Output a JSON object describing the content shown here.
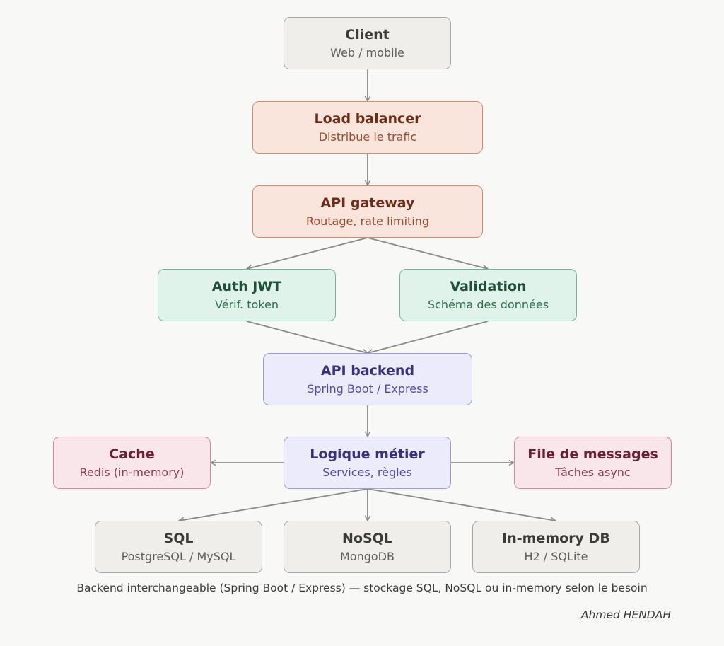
{
  "nodes": {
    "client": {
      "title": "Client",
      "subtitle": "Web / mobile"
    },
    "lb": {
      "title": "Load balancer",
      "subtitle": "Distribue le trafic"
    },
    "gateway": {
      "title": "API gateway",
      "subtitle": "Routage, rate limiting"
    },
    "auth": {
      "title": "Auth JWT",
      "subtitle": "Vérif. token"
    },
    "validation": {
      "title": "Validation",
      "subtitle": "Schéma des données"
    },
    "backend": {
      "title": "API backend",
      "subtitle": "Spring Boot / Express"
    },
    "cache": {
      "title": "Cache",
      "subtitle": "Redis (in-memory)"
    },
    "logic": {
      "title": "Logique métier",
      "subtitle": "Services, règles"
    },
    "queue": {
      "title": "File de messages",
      "subtitle": "Tâches async"
    },
    "sql": {
      "title": "SQL",
      "subtitle": "PostgreSQL / MySQL"
    },
    "nosql": {
      "title": "NoSQL",
      "subtitle": "MongoDB"
    },
    "inmem": {
      "title": "In-memory DB",
      "subtitle": "H2 / SQLite"
    }
  },
  "caption": "Backend interchangeable (Spring Boot / Express) — stockage SQL, NoSQL ou in-memory selon le besoin",
  "author": "Ahmed HENDAH",
  "edges": [
    {
      "from": "client",
      "to": "lb"
    },
    {
      "from": "lb",
      "to": "gateway"
    },
    {
      "from": "gateway",
      "to": "auth"
    },
    {
      "from": "gateway",
      "to": "validation"
    },
    {
      "from": "auth",
      "to": "backend"
    },
    {
      "from": "validation",
      "to": "backend"
    },
    {
      "from": "backend",
      "to": "logic"
    },
    {
      "from": "logic",
      "to": "cache"
    },
    {
      "from": "logic",
      "to": "queue"
    },
    {
      "from": "logic",
      "to": "sql"
    },
    {
      "from": "logic",
      "to": "nosql"
    },
    {
      "from": "logic",
      "to": "inmem"
    }
  ],
  "colors": {
    "edge": "#8a8a86",
    "gray": "#efeeea",
    "orange": "#f9e5dc",
    "green": "#e0f3ea",
    "purple": "#ecebfb",
    "pink": "#f9e6ea"
  }
}
